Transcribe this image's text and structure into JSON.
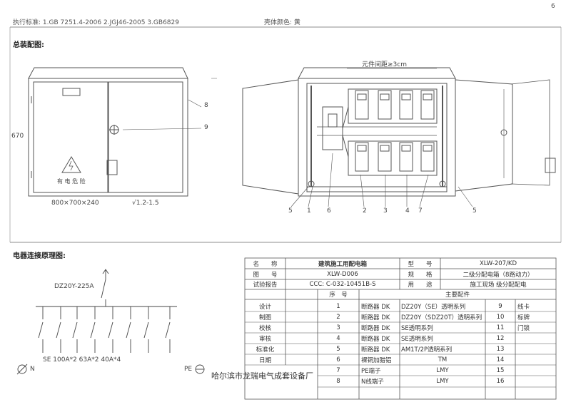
{
  "page_number": "6",
  "header": {
    "standards": "执行标准: 1.GB 7251.4-2006    2.JGJ46-2005    3.GB6829",
    "shell_color": "壳体颜色: 黄"
  },
  "assembly": {
    "title": "总装配图:",
    "height_label": "670",
    "size_label": "800×700×240",
    "thickness_label": "√1.2-1.5",
    "warning_text": "有 电 危 险",
    "spacing_label": "元件间距≥3cm",
    "callouts_left": [
      "8",
      "9"
    ],
    "callouts_bottom": [
      "5",
      "1",
      "6",
      "2",
      "3",
      "4",
      "7",
      "5"
    ]
  },
  "electrical": {
    "title": "电器连接原理图:",
    "main_breaker": "DZ20Y-225A",
    "branch_breakers": "SE 100A*2 63A*2 40A*4",
    "n_label": "N",
    "pe_label": "PE"
  },
  "table": {
    "rows": [
      {
        "k1": "名　　称",
        "v1": "建筑施工用配电箱",
        "k2": "型　　号",
        "v2": "XLW-207/KD"
      },
      {
        "k1": "图　　号",
        "v1": "XLW-D006",
        "k2": "规　　格",
        "v2": "二级分配电箱（8路动力）"
      },
      {
        "k1": "试验报告",
        "v1": "CCC: C-032-10451B-S",
        "k2": "用　　途",
        "v2": "施工现场  级分配配电"
      }
    ],
    "seq_header": "序　号",
    "parts_header": "主要配件",
    "roles": [
      "设计",
      "制图",
      "校核",
      "审核",
      "标准化",
      "日期"
    ],
    "parts": [
      {
        "no": "1",
        "name": "断路器 DK",
        "spec": "DZ20Y（SE）透明系列",
        "no2": "9",
        "name2": "线卡"
      },
      {
        "no": "2",
        "name": "断路器 DK",
        "spec": "DZ20Y（SDZ20T）透明系列",
        "no2": "10",
        "name2": "标牌"
      },
      {
        "no": "3",
        "name": "断路器 DK",
        "spec": "SE透明系列",
        "no2": "11",
        "name2": "门锁"
      },
      {
        "no": "4",
        "name": "断路器 DK",
        "spec": "SE透明系列",
        "no2": "12",
        "name2": ""
      },
      {
        "no": "5",
        "name": "断路器 DK",
        "spec": "AM1T/2P透明系列",
        "no2": "13",
        "name2": ""
      },
      {
        "no": "6",
        "name": "裸铜加腊铝",
        "spec": "TM",
        "no2": "14",
        "name2": ""
      },
      {
        "no": "7",
        "name": "PE端子",
        "spec": "LMY",
        "no2": "15",
        "name2": ""
      },
      {
        "no": "8",
        "name": "N线端子",
        "spec": "LMY",
        "no2": "16",
        "name2": ""
      }
    ],
    "company": "哈尔滨市龙瑞电气成套设备厂"
  }
}
